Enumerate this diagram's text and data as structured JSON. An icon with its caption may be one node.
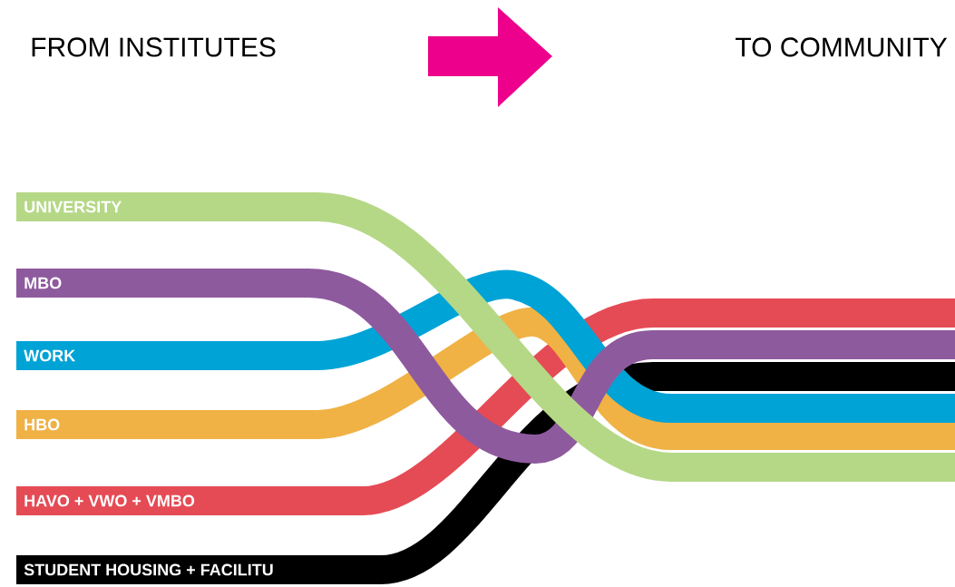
{
  "diagram": {
    "nodes": [
      {
        "text": [
          "FROM INSTITUTES"
        ]
      },
      {
        "text": [
          "TO COMMUNITY"
        ]
      },
      {
        "text": [
          "UNIVERSITY"
        ]
      },
      {
        "text": [
          "MBO"
        ]
      },
      {
        "text": [
          "WORK"
        ]
      },
      {
        "text": [
          "HBO"
        ]
      },
      {
        "text": [
          "HAVO + VWO + VMBO"
        ]
      },
      {
        "text": [
          "STUDENT HOUSING + FACILITU"
        ]
      }
    ]
  }
}
